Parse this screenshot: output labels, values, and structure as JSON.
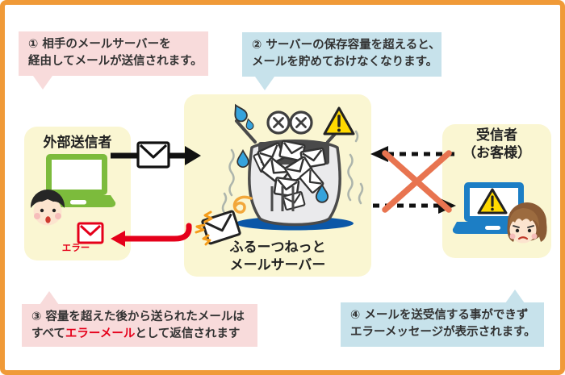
{
  "callouts": {
    "c1": {
      "line1": "① 相手のメールサーバーを",
      "line2": "経由してメールが送信されます。"
    },
    "c2": {
      "line1": "② サーバーの保存容量を超えると、",
      "line2": "メールを貯めておけなくなります。"
    },
    "c3": {
      "line1": "③ 容量を超えた後から送られたメールは",
      "line2_prefix": "すべて",
      "line2_highlight": "エラーメール",
      "line2_suffix": "として返信されます"
    },
    "c4": {
      "line1": "④ メールを送受信する事ができず",
      "line2": "エラーメッセージが表示されます。"
    }
  },
  "sender": {
    "label": "外部送信者",
    "error_label": "エラー"
  },
  "server": {
    "label_line1": "ふるーつねっと",
    "label_line2": "メールサーバー"
  },
  "receiver": {
    "label_line1": "受信者",
    "label_line2": "（お客様）"
  },
  "colors": {
    "frame_orange": "#F09A38",
    "panel_yellow": "#FAF6D2",
    "callout_pink": "#F8DBDB",
    "callout_blue": "#C7E2EB",
    "error_red": "#E5001A",
    "cross_orange": "#E87450",
    "laptop_green": "#7CBB3C",
    "laptop_blue": "#1C7EC5",
    "warning_yellow": "#FFD900",
    "drop_blue": "#36A3DC",
    "shadow_blue": "#0B57A7"
  }
}
